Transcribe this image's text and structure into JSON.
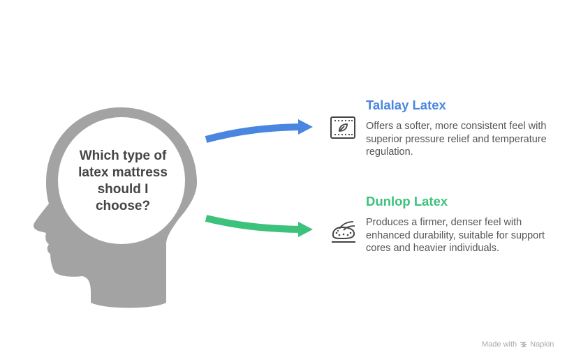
{
  "question": {
    "line1": "Which type of",
    "line2": "latex mattress",
    "line3": "should I",
    "line4": "choose?"
  },
  "options": [
    {
      "title": "Talalay Latex",
      "description": "Offers a softer, more consistent feel with superior pressure relief and temperature regulation.",
      "color": "#4a86e0",
      "icon": "leaf-in-frame-icon"
    },
    {
      "title": "Dunlop Latex",
      "description": "Produces a firmer, denser feel with enhanced durability, suitable for support cores and heavier individuals.",
      "color": "#3dc27d",
      "icon": "hand-pressing-foam-icon"
    }
  ],
  "colors": {
    "head": "#a3a3a3",
    "text_dark": "#444444",
    "text_body": "#555555",
    "footer": "#aaaaaa"
  },
  "footer": {
    "made_with": "Made with",
    "brand": "Napkin"
  }
}
